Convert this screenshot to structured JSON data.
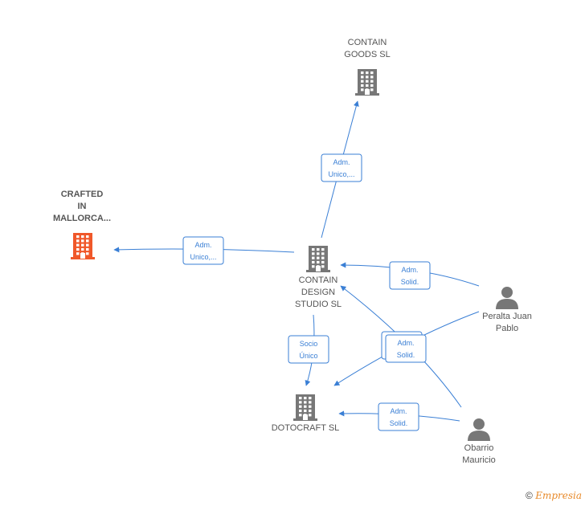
{
  "nodes": {
    "contain_goods": {
      "label_lines": [
        "CONTAIN",
        "GOODS  SL"
      ],
      "type": "company",
      "icon": "building-icon",
      "color": "#777777"
    },
    "crafted": {
      "label_lines": [
        "CRAFTED",
        "IN",
        "MALLORCA..."
      ],
      "type": "company",
      "icon": "building-icon",
      "color": "#f0582a"
    },
    "contain_design": {
      "label_lines": [
        "CONTAIN",
        "DESIGN",
        "STUDIO  SL"
      ],
      "type": "company",
      "icon": "building-icon",
      "color": "#777777"
    },
    "dotocraft": {
      "label_lines": [
        "DOTOCRAFT  SL"
      ],
      "type": "company",
      "icon": "building-icon",
      "color": "#777777"
    },
    "peralta": {
      "label_lines": [
        "Peralta Juan",
        "Pablo"
      ],
      "type": "person",
      "icon": "person-icon",
      "color": "#777777"
    },
    "obarrio": {
      "label_lines": [
        "Obarrio",
        "Mauricio"
      ],
      "type": "person",
      "icon": "person-icon",
      "color": "#777777"
    }
  },
  "edges": [
    {
      "from": "contain_design",
      "to": "contain_goods",
      "label_lines": [
        "Adm.",
        "Unico,..."
      ]
    },
    {
      "from": "contain_design",
      "to": "crafted",
      "label_lines": [
        "Adm.",
        "Unico,..."
      ]
    },
    {
      "from": "peralta",
      "to": "contain_design",
      "label_lines": [
        "Adm.",
        "Solid."
      ]
    },
    {
      "from": "contain_design",
      "to": "dotocraft",
      "label_lines": [
        "Socio",
        "Único"
      ]
    },
    {
      "from": "obarrio",
      "to": "contain_design",
      "label_lines": [
        "Adm.",
        "Solid."
      ]
    },
    {
      "from": "peralta",
      "to": "dotocraft",
      "label_lines": [
        "Adm.",
        "Solid."
      ]
    },
    {
      "from": "obarrio",
      "to": "dotocraft",
      "label_lines": [
        "Adm.",
        "Solid."
      ]
    }
  ],
  "footer": {
    "copyright_symbol": "©",
    "brand": "Empresia"
  },
  "colors": {
    "edge": "#3a7fd5",
    "company": "#777777",
    "highlight": "#f0582a"
  }
}
